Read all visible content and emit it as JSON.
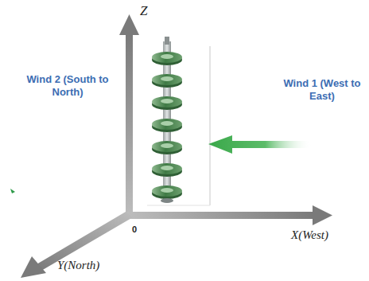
{
  "diagram": {
    "labels": [
      "Z",
      "Wind 2 (South to North)",
      "Wind 1 (West to East)",
      "X(West)",
      "Y(North)",
      "0"
    ]
  }
}
